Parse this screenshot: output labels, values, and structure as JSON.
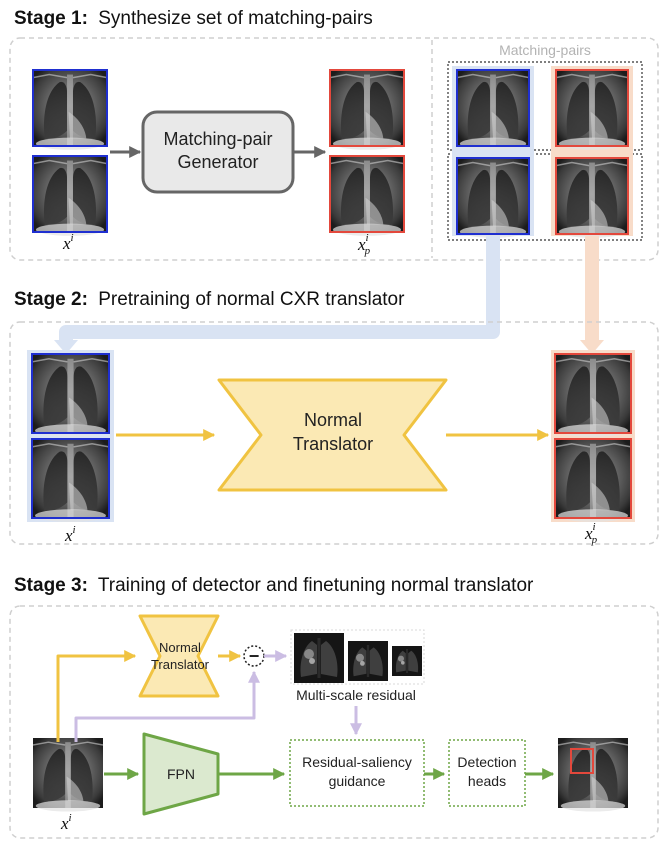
{
  "stage1": {
    "heading_bold": "Stage 1:",
    "heading_rest": "Synthesize set of matching-pairs",
    "generator_line1": "Matching-pair",
    "generator_line2": "Generator",
    "input_var": "x",
    "input_sup": "i",
    "output_var": "x",
    "output_sup": "i",
    "output_sub": "p",
    "matching_pairs_label": "Matching-pairs"
  },
  "stage2": {
    "heading_bold": "Stage 2:",
    "heading_rest": "Pretraining of normal CXR translator",
    "translator_line1": "Normal",
    "translator_line2": "Translator",
    "input_var": "x",
    "input_sup": "i",
    "output_var": "x",
    "output_sup": "i",
    "output_sub": "p"
  },
  "stage3": {
    "heading_bold": "Stage 3:",
    "heading_rest": "Training of detector and finetuning normal translator",
    "translator_line1": "Normal",
    "translator_line2": "Translator",
    "minus_symbol": "−",
    "residual_label": "Multi-scale residual",
    "fpn_label": "FPN",
    "guidance_line1": "Residual-saliency",
    "guidance_line2": "guidance",
    "heads_line1": "Detection",
    "heads_line2": "heads",
    "input_var": "x",
    "input_sup": "i"
  },
  "colors": {
    "blue_frame": "#1f2fd0",
    "red_frame": "#e3483c",
    "translator_fill": "#fbe9b4",
    "translator_stroke": "#f0c341",
    "fpn_fill": "#dbe9cf",
    "fpn_stroke": "#6ea646",
    "purple_arrow": "#cbbde3",
    "blue_wide": "#d9e3f3",
    "peach_wide": "#f8dcc9",
    "gray_arrow": "#666666"
  }
}
